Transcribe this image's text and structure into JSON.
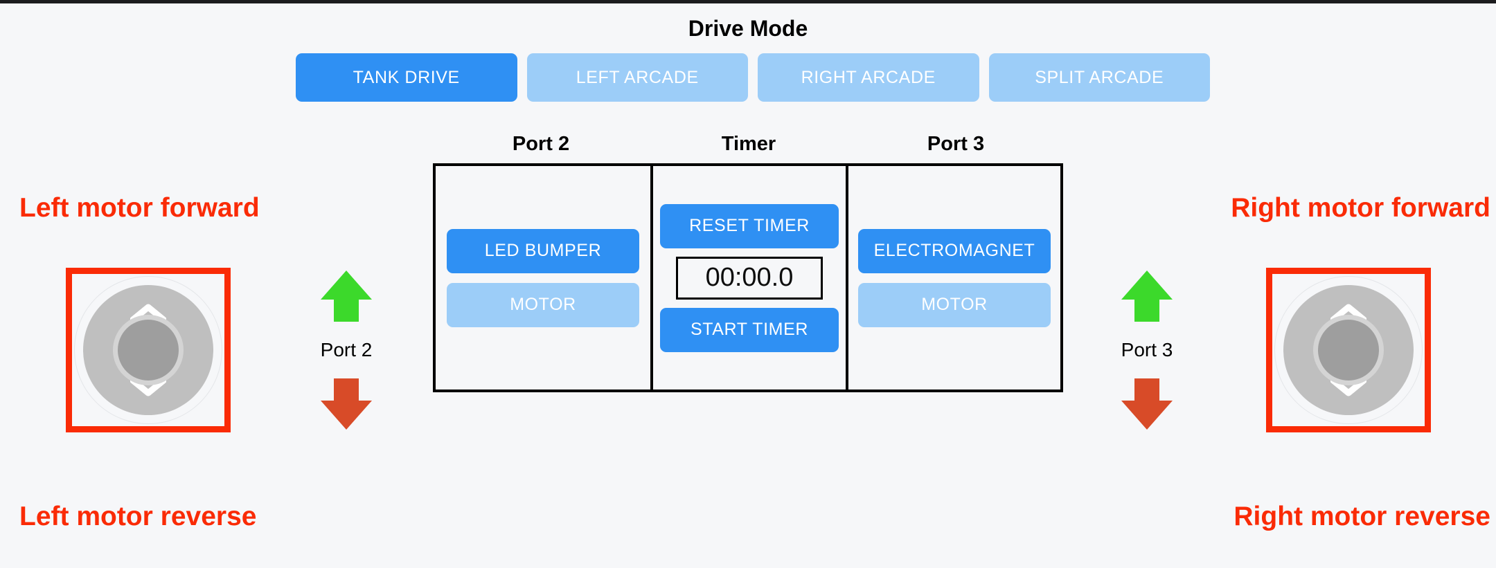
{
  "header": {
    "title": "Drive Mode"
  },
  "drive_modes": [
    {
      "label": "TANK DRIVE",
      "state": "active"
    },
    {
      "label": "LEFT ARCADE",
      "state": "inactive"
    },
    {
      "label": "RIGHT ARCADE",
      "state": "inactive"
    },
    {
      "label": "SPLIT ARCADE",
      "state": "inactive"
    }
  ],
  "panel": {
    "labels": {
      "port2": "Port 2",
      "timer": "Timer",
      "port3": "Port 3"
    },
    "port2": {
      "buttons": [
        {
          "label": "LED BUMPER",
          "state": "primary"
        },
        {
          "label": "MOTOR",
          "state": "secondary"
        }
      ]
    },
    "timer": {
      "reset_label": "RESET TIMER",
      "display": "00:00.0",
      "start_label": "START TIMER"
    },
    "port3": {
      "buttons": [
        {
          "label": "ELECTROMAGNET",
          "state": "primary"
        },
        {
          "label": "MOTOR",
          "state": "secondary"
        }
      ]
    }
  },
  "left_cluster": {
    "forward_caption": "Left motor forward",
    "reverse_caption": "Left motor reverse",
    "port_text": "Port 2"
  },
  "right_cluster": {
    "forward_caption": "Right motor forward",
    "reverse_caption": "Right motor reverse",
    "port_text": "Port 3"
  },
  "colors": {
    "background": "#f6f7f9",
    "accent_blue": "#2f90f3",
    "accent_blue_light": "#9ccdf8",
    "annotation_red": "#fa2b06",
    "arrow_green": "#3cd92b",
    "arrow_red": "#d84b28",
    "panel_border": "#000000"
  }
}
